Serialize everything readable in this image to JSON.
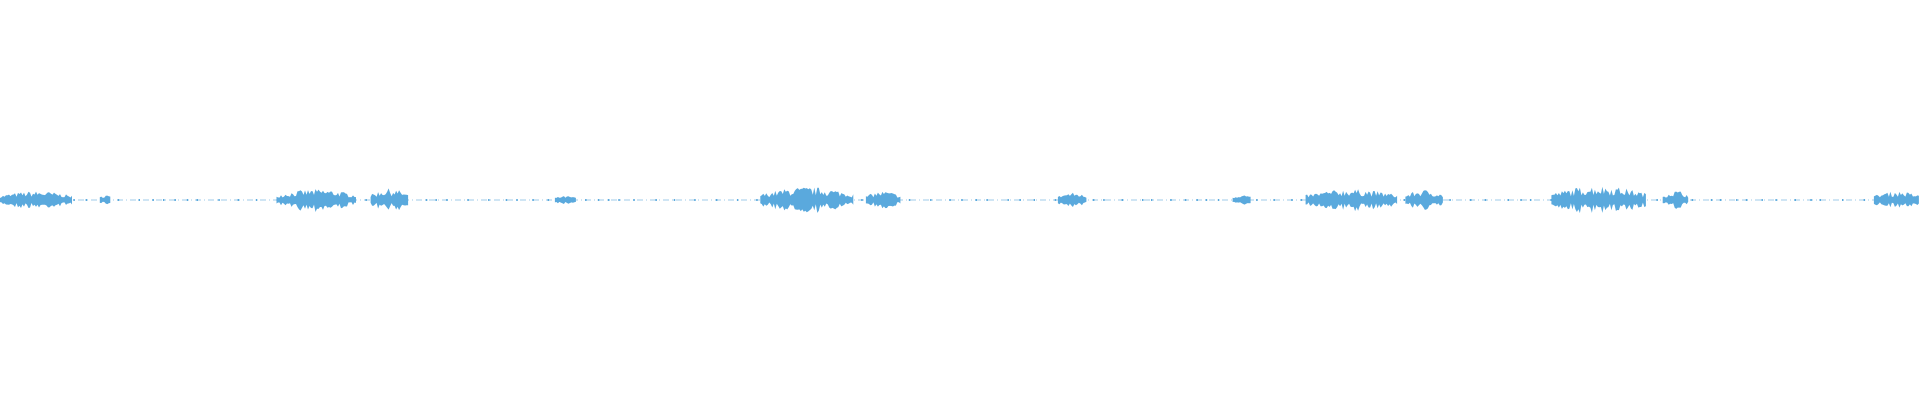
{
  "waveform": {
    "color": "#5aa9dd",
    "background": "#ffffff",
    "baseline_color": "#9fcbe8",
    "segments": [
      {
        "start": 0.0,
        "end": 0.038,
        "level": 0.55
      },
      {
        "start": 0.052,
        "end": 0.058,
        "level": 0.3
      },
      {
        "start": 0.144,
        "end": 0.186,
        "level": 0.7
      },
      {
        "start": 0.193,
        "end": 0.213,
        "level": 0.75
      },
      {
        "start": 0.289,
        "end": 0.3,
        "level": 0.2
      },
      {
        "start": 0.396,
        "end": 0.445,
        "level": 0.85
      },
      {
        "start": 0.451,
        "end": 0.469,
        "level": 0.55
      },
      {
        "start": 0.551,
        "end": 0.566,
        "level": 0.45
      },
      {
        "start": 0.642,
        "end": 0.652,
        "level": 0.3
      },
      {
        "start": 0.68,
        "end": 0.728,
        "level": 0.7
      },
      {
        "start": 0.732,
        "end": 0.752,
        "level": 0.65
      },
      {
        "start": 0.808,
        "end": 0.858,
        "level": 0.95
      },
      {
        "start": 0.866,
        "end": 0.88,
        "level": 0.6
      },
      {
        "start": 0.976,
        "end": 1.0,
        "level": 0.55
      }
    ]
  }
}
